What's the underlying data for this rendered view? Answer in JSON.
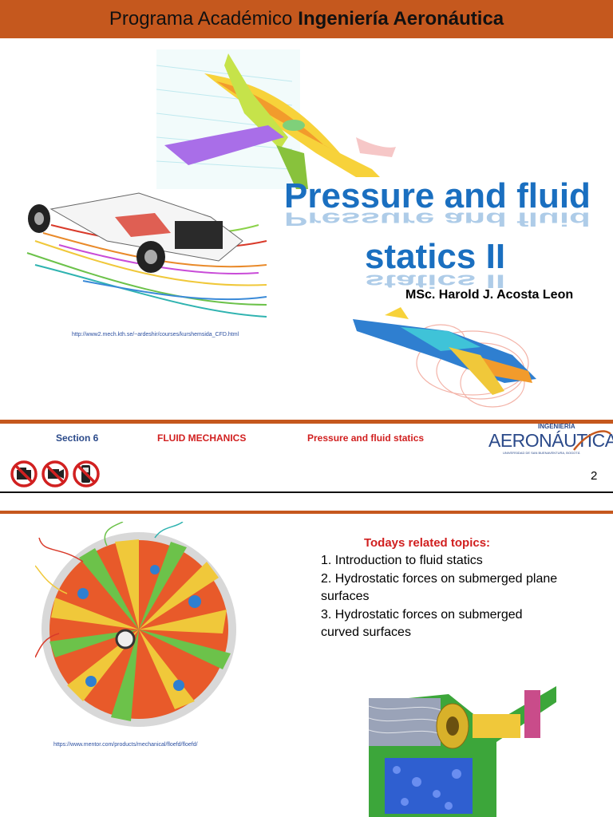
{
  "slide1": {
    "banner": {
      "prefix": "Programa Académico",
      "bold": "Ingeniería Aeronáutica"
    },
    "title_line1": "Pressure and fluid",
    "title_line2": "statics II",
    "author": "MSc. Harold J. Acosta Leon",
    "image_credit": "http://www2.mech.kth.se/~ardeshir/courses/kurshemsida_CFD.html",
    "footer": {
      "section": "Section 6",
      "course": "FLUID MECHANICS",
      "topic": "Pressure and fluid statics",
      "page": "2",
      "logo": {
        "line1": "INGENIERÍA",
        "line2": "AERONÁUTICA",
        "line3": "UNIVERSIDAD DE SAN BUENAVENTURA, BOGOTÁ"
      }
    },
    "icons": [
      "no-camera-icon",
      "no-video-icon",
      "no-phone-icon"
    ],
    "colors": {
      "banner": "#c5581e",
      "title": "#1a6fc0",
      "accent_red": "#d12020",
      "section_blue": "#2b4a8a"
    }
  },
  "slide2": {
    "heading": "Todays related topics:",
    "topics": [
      "1. Introduction to fluid statics",
      "2. Hydrostatic forces on submerged plane surfaces",
      "3. Hydrostatic forces on submerged curved surfaces"
    ],
    "image_credit": "https://www.mentor.com/products/mechanical/floefd/floefd/"
  }
}
